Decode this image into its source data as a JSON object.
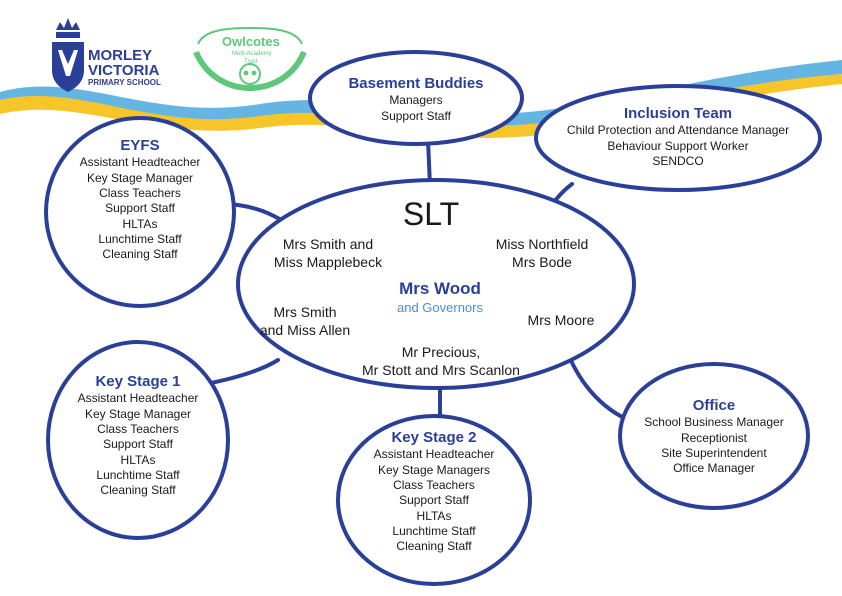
{
  "colors": {
    "blue": "#2a3f98",
    "yellow": "#f6c52a",
    "sky": "#4aa8dd",
    "green": "#5fc77a"
  },
  "logos": {
    "school": {
      "line1": "MORLEY",
      "line2": "VICTORIA",
      "line3": "PRIMARY SCHOOL"
    },
    "trust": {
      "name": "Owlcotes",
      "sub1": "Multi-Academy",
      "sub2": "Trust"
    }
  },
  "slt": {
    "title": "SLT",
    "head_name": "Mrs Wood",
    "head_sub": "and Governors",
    "links": {
      "eyfs": [
        "Mrs Smith and",
        "Miss Mapplebeck"
      ],
      "inclusion": [
        "Miss Northfield",
        "Mrs Bode"
      ],
      "ks1": [
        "Mrs Smith",
        "and Miss Allen"
      ],
      "office": [
        "Mrs Moore"
      ],
      "ks2": [
        "Mr Precious,",
        "Mr Stott and Mrs Scanlon"
      ]
    }
  },
  "teams": {
    "basement": {
      "title": "Basement Buddies",
      "members": [
        "Managers",
        "Support Staff"
      ]
    },
    "inclusion": {
      "title": "Inclusion Team",
      "members": [
        "Child Protection and Attendance Manager",
        "Behaviour Support Worker",
        "SENDCO"
      ]
    },
    "eyfs": {
      "title": "EYFS",
      "members": [
        "Assistant Headteacher",
        "Key Stage Manager",
        "Class Teachers",
        "Support Staff",
        "HLTAs",
        "Lunchtime Staff",
        "Cleaning Staff"
      ]
    },
    "ks1": {
      "title": "Key Stage 1",
      "members": [
        "Assistant Headteacher",
        "Key Stage Manager",
        "Class Teachers",
        "Support Staff",
        "HLTAs",
        "Lunchtime Staff",
        "Cleaning Staff"
      ]
    },
    "ks2": {
      "title": "Key Stage 2",
      "members": [
        "Assistant Headteacher",
        "Key Stage Managers",
        "Class Teachers",
        "Support Staff",
        "HLTAs",
        "Lunchtime Staff",
        "Cleaning Staff"
      ]
    },
    "office": {
      "title": "Office",
      "members": [
        "School Business Manager",
        "Receptionist",
        "Site Superintendent",
        "Office Manager"
      ]
    }
  }
}
